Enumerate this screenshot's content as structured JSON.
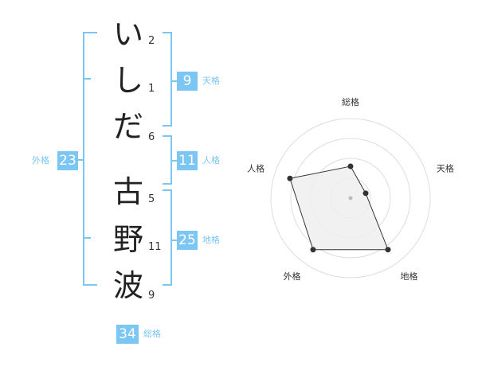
{
  "name_chars": [
    "い",
    "し",
    "だ",
    "古",
    "野",
    "波"
  ],
  "stroke_counts": [
    "2",
    "1",
    "6",
    "5",
    "11",
    "9"
  ],
  "scores": {
    "tenkaku": {
      "value": "9",
      "label": "天格"
    },
    "jinkaku": {
      "value": "11",
      "label": "人格"
    },
    "chikaku": {
      "value": "25",
      "label": "地格"
    },
    "gaikaku": {
      "value": "23",
      "label": "外格"
    },
    "soukaku": {
      "value": "34",
      "label": "総格"
    }
  },
  "colors": {
    "accent": "#7cc6f3",
    "ring": "#dddddd",
    "polygon_fill": "#efefef",
    "point": "#333333"
  },
  "chart_data": {
    "type": "radar",
    "axes": [
      "総格",
      "天格",
      "地格",
      "外格",
      "人格"
    ],
    "values": [
      2,
      1,
      4,
      4,
      4
    ],
    "max": 5,
    "rings": 4
  }
}
